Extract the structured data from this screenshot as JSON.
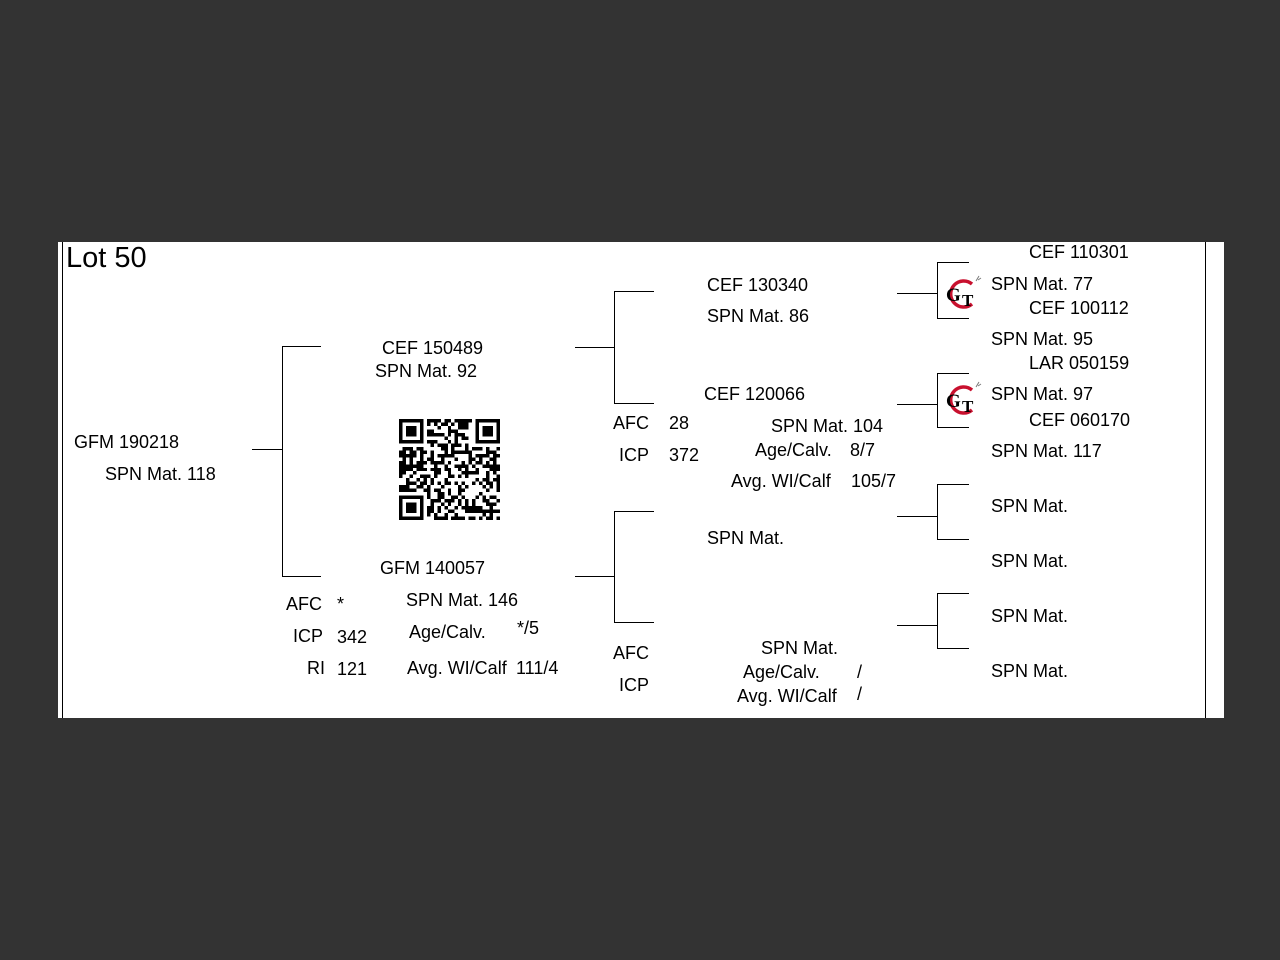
{
  "lot_title": "Lot 50",
  "subject": {
    "id": "GFM 190218",
    "spn": "SPN Mat. 118"
  },
  "sire": {
    "id": "CEF 150489",
    "spn": "SPN Mat. 92"
  },
  "dam": {
    "id": "GFM 140057",
    "spn": "SPN Mat. 146",
    "afc_label": "AFC",
    "afc_value": "*",
    "icp_label": "ICP",
    "icp_value": "342",
    "ri_label": "RI",
    "ri_value": "121",
    "age_calv_label": "Age/Calv.",
    "age_calv_value": "*/5",
    "avg_wi_label": "Avg. WI/Calf",
    "avg_wi_value": "111/4"
  },
  "sire_sire": {
    "id": "CEF 130340",
    "spn": "SPN Mat. 86"
  },
  "sire_dam": {
    "id": "CEF 120066",
    "spn": "SPN Mat. 104",
    "afc_label": "AFC",
    "afc_value": "28",
    "icp_label": "ICP",
    "icp_value": "372",
    "age_calv_label": "Age/Calv.",
    "age_calv_value": "8/7",
    "avg_wi_label": "Avg. WI/Calf",
    "avg_wi_value": "105/7"
  },
  "dam_sire": {
    "spn": "SPN Mat."
  },
  "dam_dam": {
    "spn": "SPN Mat.",
    "afc_label": "AFC",
    "icp_label": "ICP",
    "age_calv_label": "Age/Calv.",
    "age_calv_value": "/",
    "avg_wi_label": "Avg. WI/Calf",
    "avg_wi_value": "/"
  },
  "gen3": {
    "ss_sire": {
      "id": "CEF 110301",
      "spn": "SPN Mat. 77"
    },
    "ss_dam": {
      "id": "CEF 100112",
      "spn": "SPN Mat. 95"
    },
    "sd_sire": {
      "id": "LAR 050159",
      "spn": "SPN Mat. 97"
    },
    "sd_dam": {
      "id": "CEF 060170",
      "spn": "SPN Mat. 117"
    },
    "ds_sire": {
      "spn": "SPN Mat."
    },
    "ds_dam": {
      "spn": "SPN Mat."
    },
    "dd_sire": {
      "spn": "SPN Mat."
    },
    "dd_dam": {
      "spn": "SPN Mat."
    }
  },
  "qr_icon": "qr-code",
  "logo_icon": "gt-logo",
  "logo_colors": {
    "red": "#c8102e",
    "black": "#000000"
  }
}
